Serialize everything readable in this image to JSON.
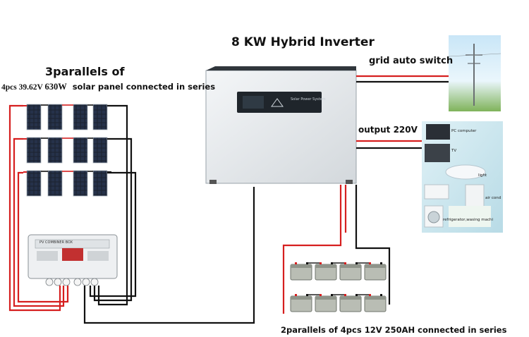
{
  "title": "8 KW Hybrid Inverter",
  "left": {
    "heading": "3parallels of",
    "subheading_pre": "4pcs 39.62V ",
    "subheading_watt": "630W",
    "subheading_post": "  solar panel connected in series"
  },
  "right": {
    "grid_label": "grid auto switch",
    "output_label": "output 220V",
    "appliances": [
      "PC computer",
      "TV",
      "light",
      "air cond",
      "refrigerator,wasing machi"
    ]
  },
  "battery_label": "2parallels of 4pcs 12V 250AH connected in series",
  "inverter_screen_text": "Solar Power System",
  "combiner_text": "PV COMBINER BOX",
  "colors": {
    "positive_wire": "#d61f1f",
    "negative_wire": "#111111",
    "panel_cell": "#1d2433",
    "inverter_body": "#e8ecef"
  },
  "icons": [
    "solar-panel-icon",
    "inverter-icon",
    "combiner-box-icon",
    "battery-icon",
    "power-pole-icon",
    "appliances-icon"
  ]
}
